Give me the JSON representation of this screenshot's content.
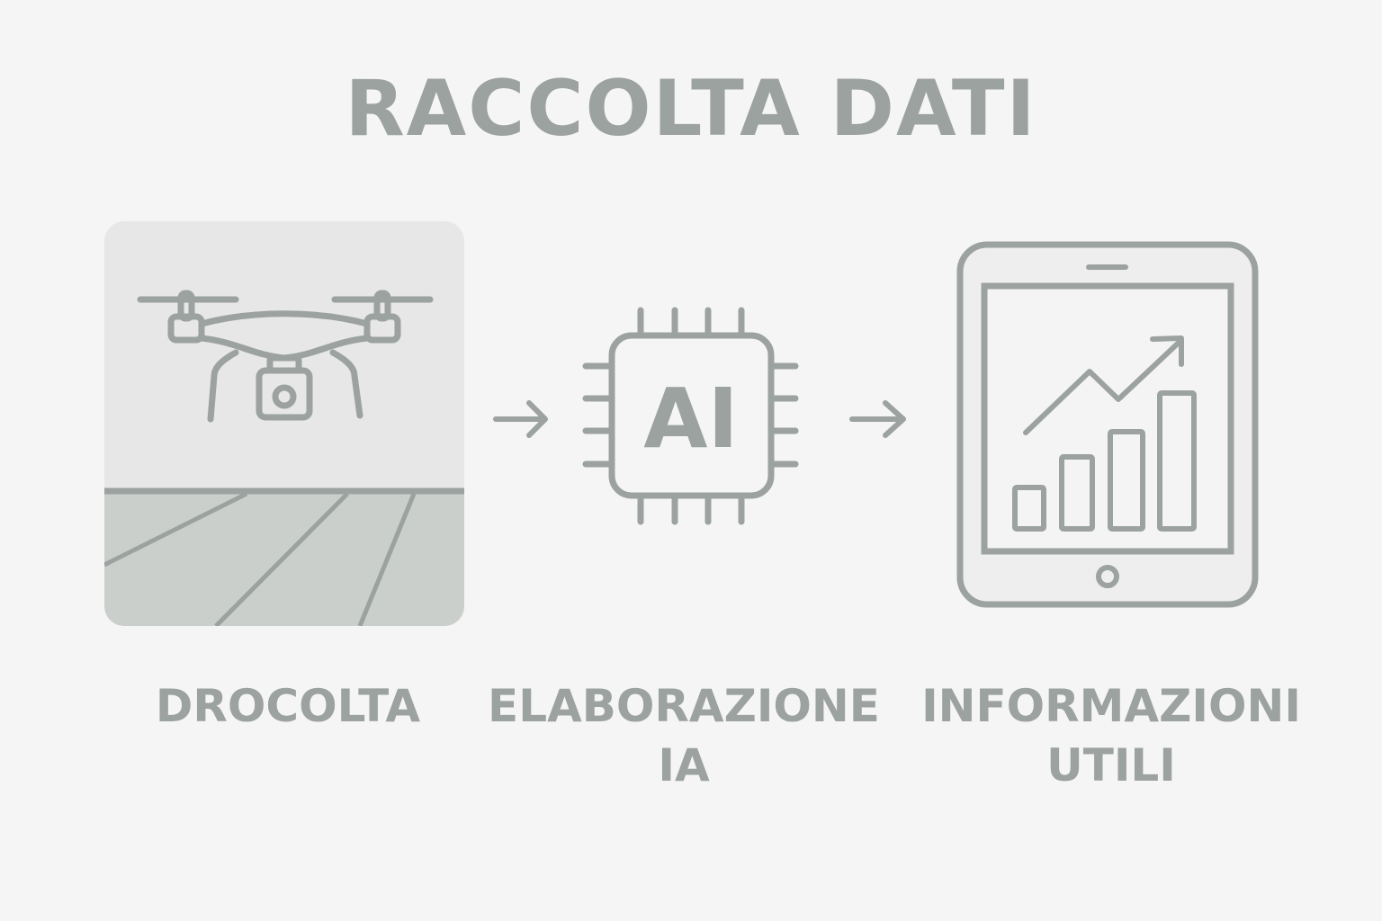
{
  "title": "RACCOLTA DATI",
  "steps": [
    {
      "label": "DROCOLTA",
      "icon": "drone-over-field-icon"
    },
    {
      "label": "ELABORAZIONE IA",
      "icon": "ai-chip-icon",
      "chip_text": "AI"
    },
    {
      "label": "INFORMAZIONI UTILI",
      "icon": "tablet-chart-icon"
    }
  ],
  "connectors": [
    "arrow-right-icon",
    "arrow-right-icon"
  ],
  "colors": {
    "background": "#f5f5f5",
    "ink": "#9ca29f",
    "panel_sky": "#e6e7e6",
    "panel_ground": "#cbcfcc",
    "tablet_screen": "#eeeeee"
  }
}
